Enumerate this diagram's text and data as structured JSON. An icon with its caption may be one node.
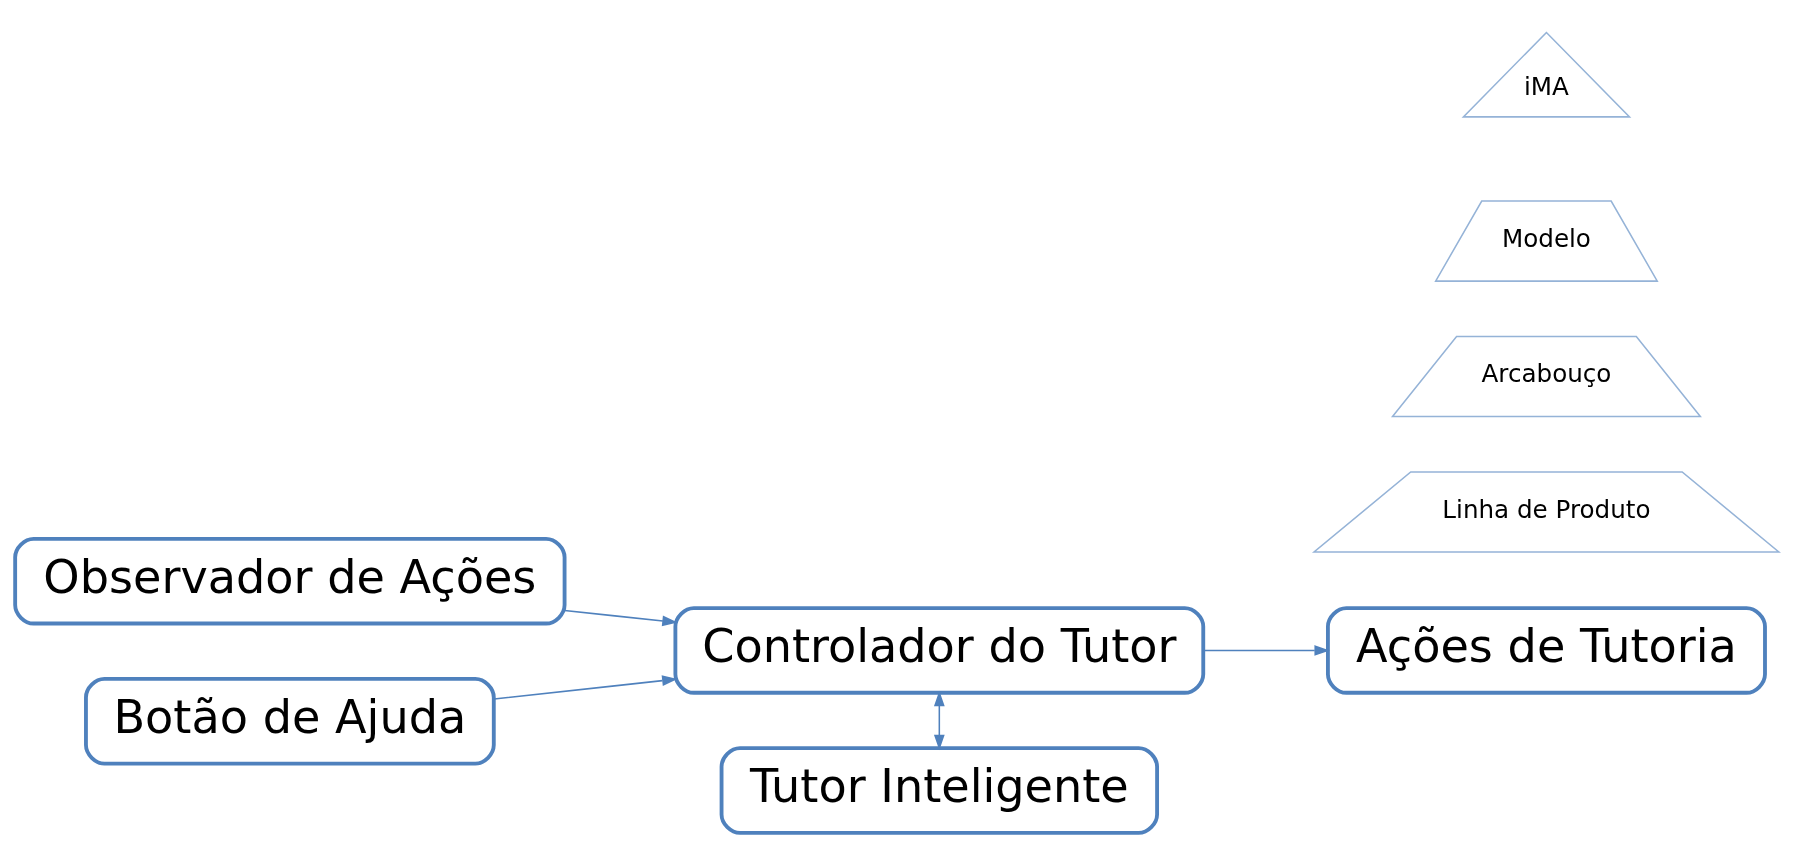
{
  "diagram": {
    "nodes": [
      {
        "text": [
          "Observador de Ações"
        ]
      },
      {
        "text": [
          "Botão de Ajuda"
        ]
      },
      {
        "text": [
          "Controlador do Tutor"
        ]
      },
      {
        "text": [
          "Ações de Tutoria"
        ]
      },
      {
        "text": [
          "Tutor Inteligente"
        ]
      },
      {
        "text": [
          "iMA"
        ]
      },
      {
        "text": [
          "Modelo"
        ]
      },
      {
        "text": [
          "Arcabouço"
        ]
      },
      {
        "text": [
          "Linha de Produto"
        ]
      }
    ],
    "edges": [
      {
        "from": 0,
        "to": 2,
        "arrow": "to"
      },
      {
        "from": 1,
        "to": 2,
        "arrow": "to"
      },
      {
        "from": 2,
        "to": 3,
        "arrow": "to"
      },
      {
        "from": 2,
        "to": 4,
        "arrow": "both"
      }
    ]
  }
}
